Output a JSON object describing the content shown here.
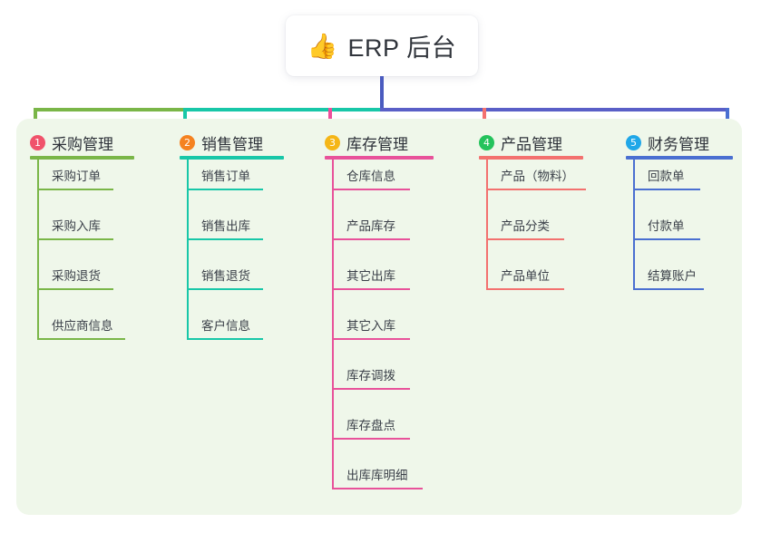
{
  "root": {
    "emoji": "👍",
    "emoji_name": "thumbs-up-icon",
    "title": "ERP 后台"
  },
  "palette": {
    "canvas": "#ffffff",
    "panel_bg": "#eff7ea",
    "root_stem": "#4a5bbf",
    "trunk_left": "#7ab648",
    "trunk_mid": "#18c7a8",
    "trunk_right": "#5a5fc7",
    "text_dark": "#2d3139",
    "text_item": "#3b4049"
  },
  "columns": [
    {
      "index": "1",
      "title": "采购管理",
      "badge_color": "#f0536b",
      "line_color": "#7ab648",
      "drop_color": "#7ab648",
      "items": [
        {
          "label": "采购订单",
          "rule_width": 84
        },
        {
          "label": "采购入库",
          "rule_width": 84
        },
        {
          "label": "采购退货",
          "rule_width": 84
        },
        {
          "label": "供应商信息",
          "rule_width": 97
        }
      ]
    },
    {
      "index": "2",
      "title": "销售管理",
      "badge_color": "#f58220",
      "line_color": "#18c7a8",
      "drop_color": "#18c7a8",
      "items": [
        {
          "label": "销售订单",
          "rule_width": 84
        },
        {
          "label": "销售出库",
          "rule_width": 84
        },
        {
          "label": "销售退货",
          "rule_width": 84
        },
        {
          "label": "客户信息",
          "rule_width": 84
        }
      ]
    },
    {
      "index": "3",
      "title": "库存管理",
      "badge_color": "#f5b617",
      "line_color": "#e8529a",
      "drop_color": "#ee4f9b",
      "items": [
        {
          "label": "仓库信息",
          "rule_width": 86
        },
        {
          "label": "产品库存",
          "rule_width": 86
        },
        {
          "label": "其它出库",
          "rule_width": 86
        },
        {
          "label": "其它入库",
          "rule_width": 86
        },
        {
          "label": "库存调拨",
          "rule_width": 86
        },
        {
          "label": "库存盘点",
          "rule_width": 86
        },
        {
          "label": "出库库明细",
          "rule_width": 100
        }
      ]
    },
    {
      "index": "4",
      "title": "产品管理",
      "badge_color": "#24c35c",
      "line_color": "#f3716f",
      "drop_color": "#f3716f",
      "items": [
        {
          "label": "产品（物料）",
          "rule_width": 110
        },
        {
          "label": "产品分类",
          "rule_width": 86
        },
        {
          "label": "产品单位",
          "rule_width": 86
        }
      ]
    },
    {
      "index": "5",
      "title": "财务管理",
      "badge_color": "#20a7e8",
      "line_color": "#4a6fd1",
      "drop_color": "#4a6fd1",
      "items": [
        {
          "label": "回款单",
          "rule_width": 74
        },
        {
          "label": "付款单",
          "rule_width": 74
        },
        {
          "label": "结算账户",
          "rule_width": 78
        }
      ]
    }
  ]
}
